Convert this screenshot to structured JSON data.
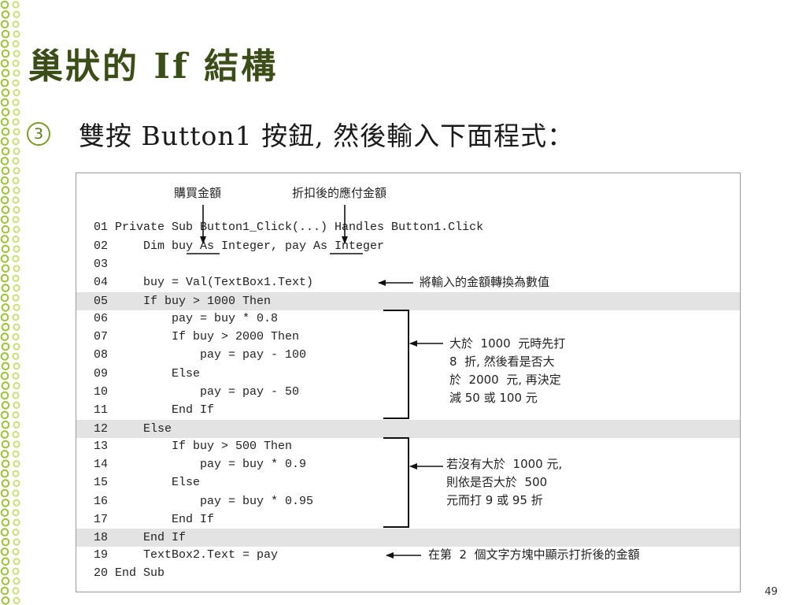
{
  "slide": {
    "title": "巢狀的 If 結構",
    "bullet_mark": "3",
    "bullet_text": "雙按 Button1 按鈕, 然後輸入下面程式：",
    "page_number": "49"
  },
  "figure": {
    "top_labels": [
      "購買金額",
      "折扣後的應付金額"
    ],
    "code_lines": [
      "01 Private Sub Button1_Click(...) Handles Button1.Click",
      "02     Dim buy As Integer, pay As Integer",
      "03",
      "04     buy = Val(TextBox1.Text)",
      "05     If buy > 1000 Then",
      "06         pay = buy * 0.8",
      "07         If buy > 2000 Then",
      "08             pay = pay - 100",
      "09         Else",
      "10             pay = pay - 50",
      "11         End If",
      "12     Else",
      "13         If buy > 500 Then",
      "14             pay = buy * 0.9",
      "15         Else",
      "16             pay = buy * 0.95",
      "17         End If",
      "18     End If",
      "19     TextBox2.Text = pay",
      "20 End Sub"
    ],
    "highlighted_lines": [
      5,
      12,
      18
    ],
    "notes": {
      "convert": "將輸入的金額轉換為數值",
      "over_1000": "大於  1000  元時先打\n8  折, 然後看是否大\n於  2000  元, 再決定\n減 50 或 100 元",
      "not_over_1000": "若沒有大於  1000 元,\n則依是否大於  500\n元而打 9 或 95 折",
      "display": "在第  2  個文字方塊中顯示打折後的金額"
    }
  }
}
